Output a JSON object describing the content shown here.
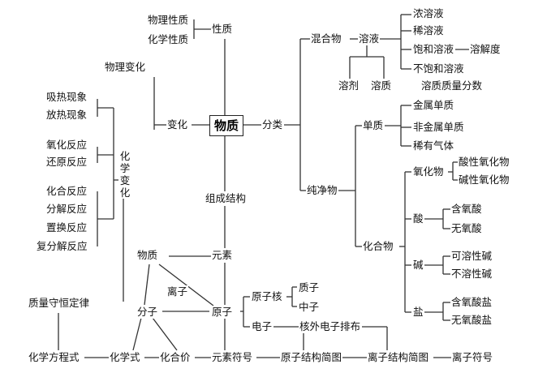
{
  "center": "物质",
  "properties": {
    "label": "性质",
    "physical": "物理性质",
    "chemical": "化学性质"
  },
  "change": {
    "label": "变化",
    "physical": "物理变化",
    "chemical": "化学变化",
    "heat": [
      "吸热现象",
      "放热现象"
    ],
    "redox": [
      "氧化反应",
      "还原反应"
    ],
    "types": [
      "化合反应",
      "分解反应",
      "置换反应",
      "复分解反应"
    ]
  },
  "classification": {
    "label": "分类",
    "mixture": "混合物",
    "solution": "溶液",
    "solution_kinds": [
      "浓溶液",
      "稀溶液",
      "饱和溶液",
      "溶解度",
      "不饱和溶液"
    ],
    "solvent": "溶剂",
    "solute": "溶质",
    "mass_fraction": "溶质质量分数",
    "pure": "纯净物",
    "element_substance": "单质",
    "element_kinds": [
      "金属单质",
      "非金属单质",
      "稀有气体"
    ],
    "compound": "化合物",
    "oxide": "氧化物",
    "oxide_kinds": [
      "酸性氧化物",
      "碱性氧化物"
    ],
    "acid": "酸",
    "acid_kinds": [
      "含氧酸",
      "无氧酸"
    ],
    "base": "碱",
    "base_kinds": [
      "可溶性碱",
      "不溶性碱"
    ],
    "salt": "盐",
    "salt_kinds": [
      "含氧酸盐",
      "无氧酸盐"
    ]
  },
  "structure": {
    "label": "组成结构",
    "element": "元素",
    "substance": "物质",
    "ion": "离子",
    "molecule": "分子",
    "atom": "原子",
    "nucleus": "原子核",
    "proton": "质子",
    "neutron": "中子",
    "electron": "电子",
    "electron_config": "核外电子排布"
  },
  "bottom": {
    "conservation": "质量守恒定律",
    "equation": "化学方程式",
    "formula": "化学式",
    "valence": "化合价",
    "element_symbol": "元素符号",
    "atom_diagram": "原子结构简图",
    "ion_diagram": "离子结构简图",
    "ion_symbol": "离子符号"
  }
}
